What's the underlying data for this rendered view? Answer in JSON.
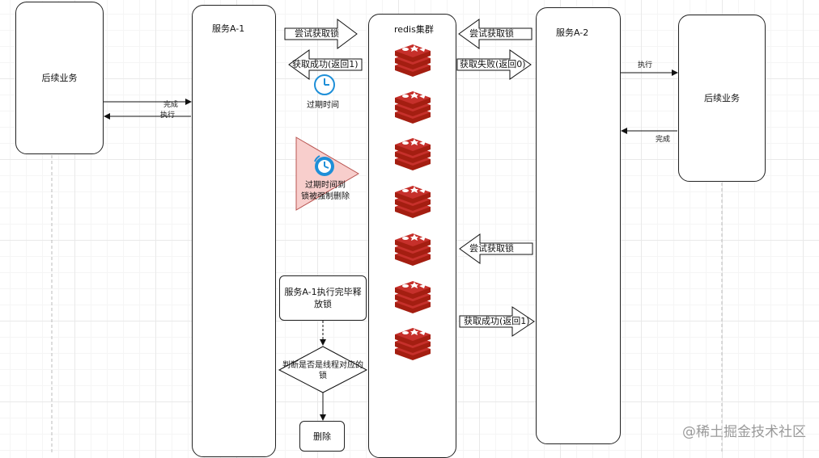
{
  "left_business": {
    "label": "后续业务"
  },
  "service_a1": {
    "title": "服务A-1"
  },
  "redis_cluster": {
    "title": "redis集群"
  },
  "service_a2": {
    "title": "服务A-2"
  },
  "right_business": {
    "label": "后续业务"
  },
  "a1_flow": {
    "try_lock": "尝试获取锁",
    "acquire_success": "获取成功(返回1)",
    "expire_time": "过期时间",
    "expire_note_line1": "过期时间到",
    "expire_note_line2": "锁被强制删除",
    "release_box": "服务A-1执行完毕释放锁",
    "check_diamond": "判断是否是线程对应的锁",
    "delete_box": "删除"
  },
  "a2_flow": {
    "try_lock_1": "尝试获取锁",
    "acquire_fail": "获取失败(返回0)",
    "try_lock_2": "尝试获取锁",
    "acquire_success": "获取成功(返回1)"
  },
  "left_links": {
    "complete": "完成",
    "execute": "执行"
  },
  "right_links": {
    "execute": "执行",
    "complete": "完成"
  },
  "watermark": "@稀土掘金技术社区",
  "colors": {
    "redis_red": "#c6302b",
    "redis_dark": "#a41e11",
    "clock_blue": "#1e8fd8",
    "note_pink": "#f8cecc",
    "note_border": "#b85450"
  }
}
